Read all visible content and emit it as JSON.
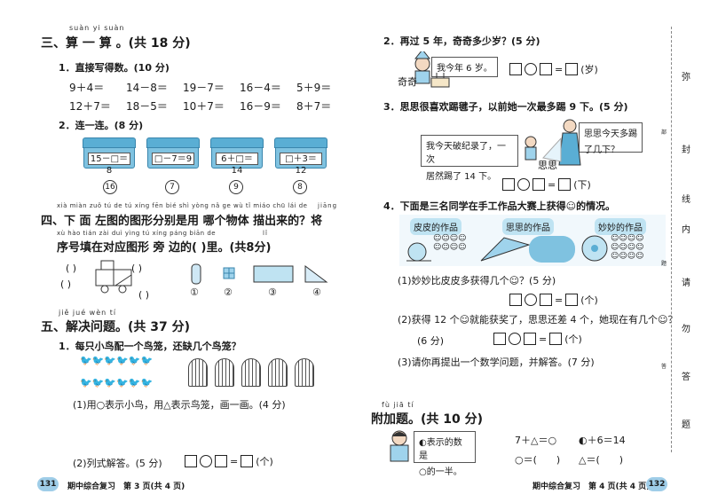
{
  "left": {
    "s3": {
      "pinyin": "suàn yi suàn",
      "title": "三、算 一 算 。(共 18 分)"
    },
    "q1": {
      "title": "1．直接写得数。(10 分)",
      "row1": [
        "9＋4＝",
        "14－8＝",
        "19－7＝",
        "16－4＝",
        "5＋9＝"
      ],
      "row2": [
        "12＋7＝",
        "18－5＝",
        "10＋7＝",
        "16－9＝",
        "8＋7＝"
      ]
    },
    "q2": {
      "title": "2．连一连。(8 分)",
      "chests": [
        "15－□＝8",
        "□－7＝9",
        "6＋□＝14",
        "□＋3＝12"
      ],
      "keys": [
        "16",
        "7",
        "9",
        "8"
      ]
    },
    "s4": {
      "pinyin1": "xià miàn zuǒ tú de tú xíng fēn bié shì yòng nǎ ge wù tǐ miáo chū lái de",
      "pinyin_end": "jiāng",
      "line1": "四、下 面 左图的图形分别是用 哪个物体 描出来的？将",
      "pinyin2": "xù hào tián zài duì yìng tú xíng páng biān de",
      "pinyin2b": "lǐ",
      "line2": "序号填在对应图形 旁 边的(    )里。(共8分)",
      "paren": "(    )",
      "objs": [
        "①",
        "②",
        "③",
        "④"
      ]
    },
    "s5": {
      "pinyin": "jiě jué wèn tí",
      "title": "五、解决问题。(共 37 分)",
      "q1": "1．每只小鸟配一个鸟笼，还缺几个鸟笼？",
      "sub1": "(1)用○表示小鸟，用△表示鸟笼，画一画。(4 分)",
      "sub2": "(2)列式解答。(5 分)",
      "unit": "(个)"
    },
    "footer": {
      "page": "131",
      "text": "期中综合复习　第 3 页(共 4 页)"
    }
  },
  "right": {
    "q2": {
      "title": "2．再过 5 年，奇奇多少岁？(5 分)",
      "bubble": "我今年 6 岁。",
      "name": "奇奇",
      "unit": "(岁)"
    },
    "q3": {
      "title": "3．思思很喜欢踢毽子，以前她一次最多踢 9 下。(5 分)",
      "bubble1a": "我今天破纪录了，一次",
      "bubble1b": "居然踢了 14 下。",
      "bubble2a": "思思今天多踢",
      "bubble2b": "了几下？",
      "name": "思思",
      "unit": "(下)"
    },
    "q4": {
      "title": "4．下面是三名同学在手工作品大赛上获得☺的情况。",
      "tags": [
        "皮皮的作品",
        "思思的作品",
        "妙妙的作品"
      ],
      "sub1": "(1)妙妙比皮皮多获得几个☺？(5 分)",
      "unit": "(个)",
      "sub2": "(2)获得 12 个☺就能获奖了，思思还差 4 个，她现在有几个☺？",
      "score2": "(6 分)",
      "sub3": "(3)请你再提出一个数学问题，并解答。(7 分)"
    },
    "extra": {
      "pinyin": "fù jiā tí",
      "title": "附加题。(共 10 分)",
      "bubble1": "◐表示的数是",
      "bubble2": "○的一半。",
      "eq1": "7＋△＝○",
      "eq2": "◐＋6＝14",
      "eq3": "○＝(　　)",
      "eq4": "△＝(　　)"
    },
    "footer": {
      "page": "132",
      "text": "期中综合复习　第 4 页(共 4 页)"
    }
  },
  "margin": {
    "chars": [
      "弥",
      "封",
      "线",
      "内",
      "请",
      "勿",
      "答",
      "题"
    ],
    "small": [
      "部",
      "题",
      "答"
    ]
  },
  "colors": {
    "accent": "#3a86ad",
    "chest": "#7fc2e0",
    "tag": "#bfe3f2",
    "pgnum": "#9fcde8"
  }
}
